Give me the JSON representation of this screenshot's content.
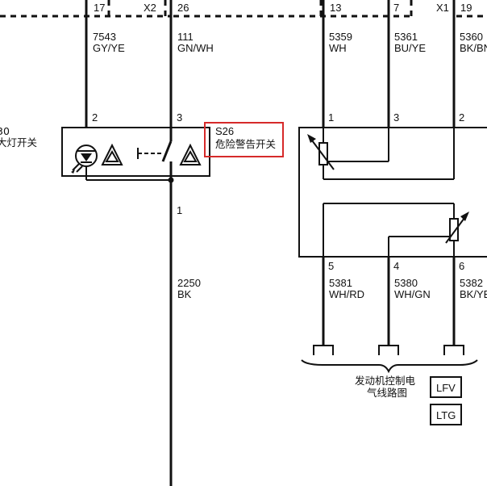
{
  "connectors": {
    "left_pin": "17",
    "x2_label": "X2",
    "x2_pin": "26",
    "right_pin_a": "13",
    "right_pin_b": "7",
    "x1_label": "X1",
    "x1_pin": "19"
  },
  "wires": {
    "w7543": {
      "circuit": "7543",
      "color": "GY/YE"
    },
    "w111": {
      "circuit": "111",
      "color": "GN/WH"
    },
    "w5359": {
      "circuit": "5359",
      "color": "WH"
    },
    "w5361": {
      "circuit": "5361",
      "color": "BU/YE"
    },
    "w5360": {
      "circuit": "5360",
      "color": "BK/BN"
    },
    "w2250": {
      "circuit": "2250",
      "color": "BK"
    },
    "w5381": {
      "circuit": "5381",
      "color": "WH/RD"
    },
    "w5380": {
      "circuit": "5380",
      "color": "WH/GN"
    },
    "w5382": {
      "circuit": "5382",
      "color": "BK/YE"
    }
  },
  "switch_component": {
    "id": "S26",
    "name": "危险警告开关",
    "pins": {
      "p2": "2",
      "p3": "3",
      "p1": "1"
    }
  },
  "left_cut_component": {
    "id_partial": "30",
    "name_partial": "大灯开关"
  },
  "sensor_component": {
    "pins": {
      "p1": "1",
      "p3": "3",
      "p2": "2",
      "p5": "5",
      "p4": "4",
      "p6": "6"
    }
  },
  "engine_ref": {
    "line1": "发动机控制电",
    "line2": "气线路图"
  },
  "ref_boxes": [
    "LFV",
    "LTG"
  ]
}
